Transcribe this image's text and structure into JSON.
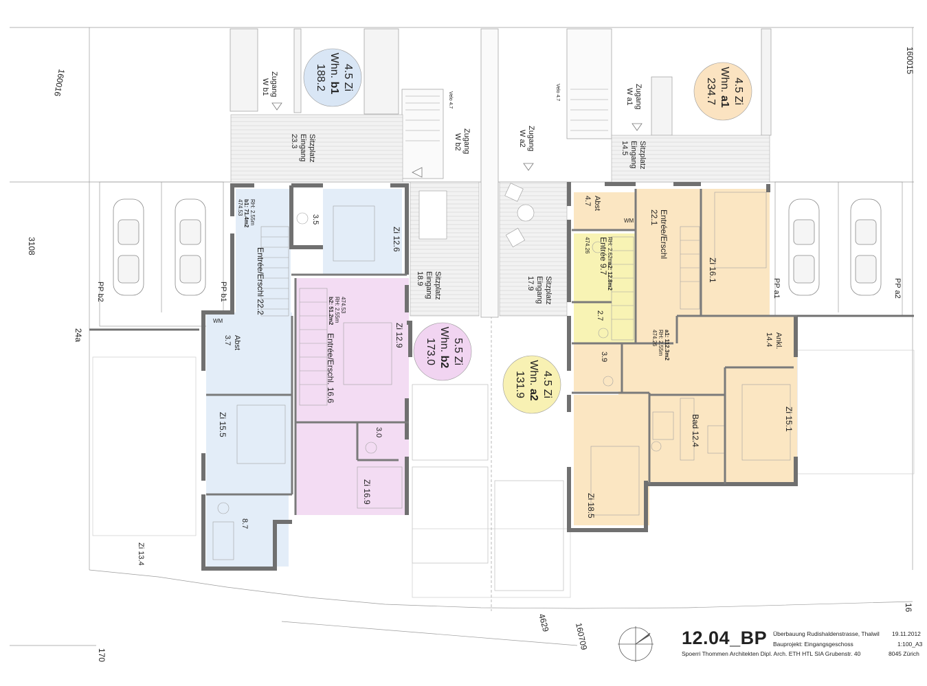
{
  "drawing": {
    "number": "12.04_BP",
    "project": "Überbauung Rudishaldenstrasse, Thalwil",
    "date": "19.11.2012",
    "phase": "Bauprojekt: Eingangsgeschoss",
    "scale": "1:100_A3",
    "architect": "Spoerri Thommen Architekten Dipl. Arch. ETH HTL SIA Grubenstr. 40",
    "city": "8045 Zürich"
  },
  "colors": {
    "b1": "#e3edf8",
    "b2": "#f3dcf3",
    "a1": "#fbe6c2",
    "a2": "#f8f3b4",
    "wall": "#707070",
    "terrace": "#e6e6e6"
  },
  "apartments": [
    {
      "id": "b1",
      "rooms": "4.5 Zi",
      "name": "Whn.",
      "code": "b1",
      "area": "188.2"
    },
    {
      "id": "a1",
      "rooms": "4.5 Zi",
      "name": "Whn.",
      "code": "a1",
      "area": "234.7"
    },
    {
      "id": "b2",
      "rooms": "5.5 Zi",
      "name": "Whn.",
      "code": "b2",
      "area": "173.0"
    },
    {
      "id": "a2",
      "rooms": "4.5 Zi",
      "name": "Whn.",
      "code": "a2",
      "area": "131.9"
    }
  ],
  "parcels": {
    "p1": "160016",
    "p2": "160015",
    "p3": "3108",
    "p4": "24a",
    "p5": "4629",
    "p6": "160709",
    "p7": "170",
    "p8": "16"
  },
  "parking": {
    "b2": "PP b2",
    "b1": "PP b1",
    "a1": "PP a1",
    "a2": "PP a2"
  },
  "access": {
    "wb1_1": "Zugang",
    "wb1_2": "W b1",
    "wb2_1": "Zugang",
    "wb2_2": "W b2",
    "wa2_1": "Zugang",
    "wa2_2": "W a2",
    "wa1_1": "Zugang",
    "wa1_2": "W a1",
    "velo1": "Velo 4.7",
    "velo2": "Velo 4.7"
  },
  "sitzplatz": {
    "s1": {
      "l1": "Sitzplatz",
      "l2": "Eingang",
      "l3": "23.3"
    },
    "s2": {
      "l1": "Sitzplatz",
      "l2": "Eingang",
      "l3": "18.9"
    },
    "s3": {
      "l1": "Sitzplatz",
      "l2": "Eingang",
      "l3": "17.9"
    },
    "s4": {
      "l1": "Sitzplatz",
      "l2": "Eingang",
      "l3": "14.5"
    }
  },
  "rooms": {
    "b1_entree": "Entrée/Erschl 22.2",
    "b1_info1": "RH: 2.55m",
    "b1_info2": "b1: 71.4m2",
    "b1_info3": "474.53",
    "b1_wc": "3.5",
    "b1_zi126": "Zi 12.6",
    "b1_wm": "WM",
    "b1_abst": "Abst",
    "b1_abst_area": "3.7",
    "b1_zi155": "Zi 15.5",
    "b1_bath": "8.7",
    "b2_entree": "Entrée/Erschl. 16.6",
    "b2_info1": "474.53",
    "b2_info2": "RH: 2.55m",
    "b2_info3": "b2: 51.2m2",
    "b2_zi129": "Zi 12.9",
    "b2_wc": "3.0",
    "b2_zi169": "Zi 16.9",
    "garden_zi": "Zi 13.4",
    "a1_abst": "Abst",
    "a1_abst_area": "4.7",
    "a1_wm": "WM",
    "a1_entree": "Entrée/Erschl",
    "a1_entree_area": "22.1",
    "a1_zi161": "Zi 16.1",
    "a2_info1": "RH: 2.62m",
    "a2_info2": "a2: 12.8m2",
    "a2_entree": "Entrée 9.7",
    "a2_info3": "474.26",
    "a2_wc": "2.7",
    "a1_info1": "a1: 112.3m2",
    "a1_info2": "RH: 2.55m",
    "a1_info3": "474.26",
    "a1_ankl": "Ankl.",
    "a1_ankl_area": "14.4",
    "a1_wc": "3.9",
    "a1_bad": "Bad 12.4",
    "a1_zi151": "Zi 15.1",
    "a1_zi185": "Zi 18.5"
  }
}
